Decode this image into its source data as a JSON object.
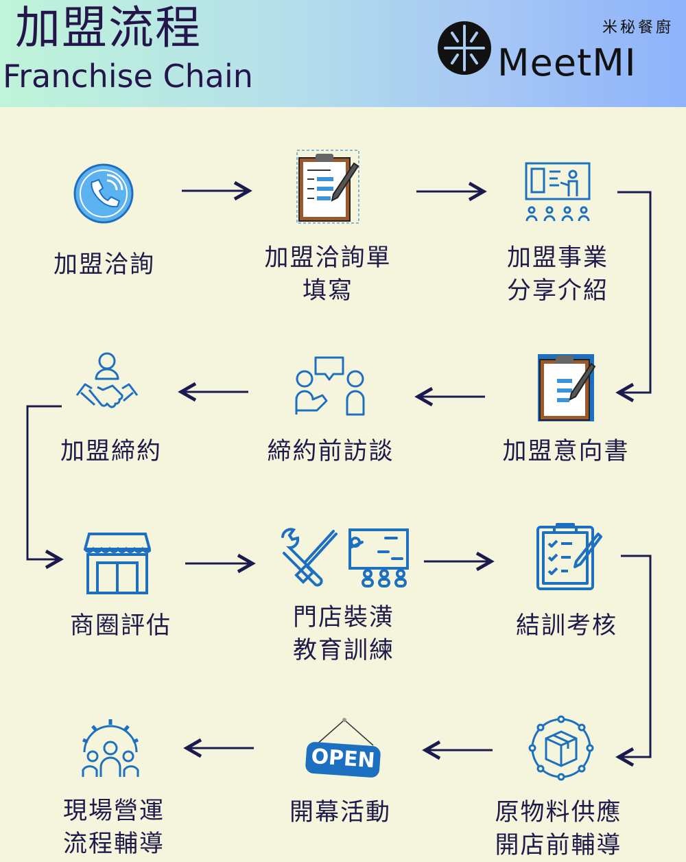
{
  "header": {
    "title_zh": "加盟流程",
    "title_en": "Franchise Chain",
    "logo_text": "MeetMI",
    "logo_zh": "米秘餐廚"
  },
  "colors": {
    "icon": "#1d6fbf",
    "arrow": "#1a1a4e",
    "text": "#1f1a4a",
    "background": "#f5f5dd"
  },
  "steps": [
    {
      "line1": "加盟洽詢",
      "line2": "",
      "icon": "phone-icon"
    },
    {
      "line1": "加盟洽詢單",
      "line2": "填寫",
      "icon": "clipboard-pen-icon"
    },
    {
      "line1": "加盟事業",
      "line2": "分享介紹",
      "icon": "presentation-icon"
    },
    {
      "line1": "加盟意向書",
      "line2": "",
      "icon": "clipboard-pen-icon"
    },
    {
      "line1": "締約前訪談",
      "line2": "",
      "icon": "conversation-icon"
    },
    {
      "line1": "加盟締約",
      "line2": "",
      "icon": "handshake-icon"
    },
    {
      "line1": "商圈評估",
      "line2": "",
      "icon": "storefront-icon"
    },
    {
      "line1": "門店裝潢",
      "line2": "教育訓練",
      "icon": "tools-training-icon"
    },
    {
      "line1": "結訓考核",
      "line2": "",
      "icon": "checklist-icon"
    },
    {
      "line1": "原物料供應",
      "line2": "開店前輔導",
      "icon": "supply-box-icon"
    },
    {
      "line1": "開幕活動",
      "line2": "",
      "icon": "open-sign-icon",
      "sign_text": "OPEN"
    },
    {
      "line1": "現場營運",
      "line2": "流程輔導",
      "icon": "team-gear-icon"
    }
  ]
}
